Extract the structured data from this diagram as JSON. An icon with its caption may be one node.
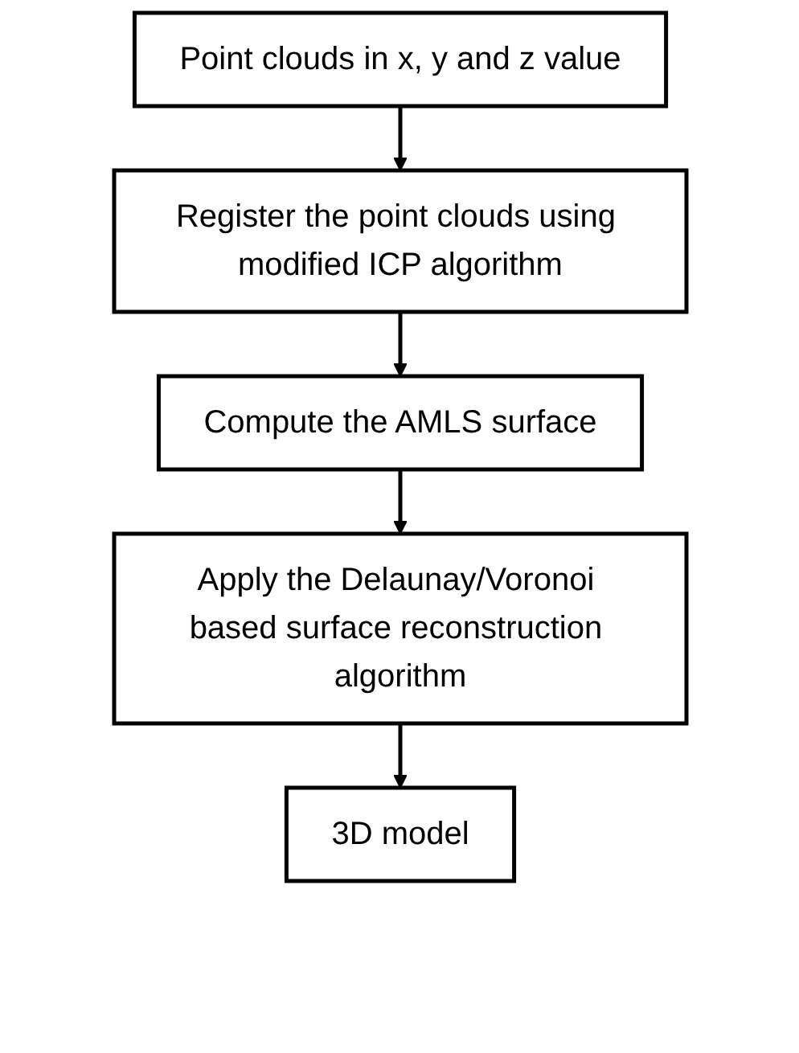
{
  "diagram": {
    "nodes": [
      {
        "text": [
          "Point clouds in x, y and z value"
        ]
      },
      {
        "text": [
          "Register the point clouds using modified ICP algorithm"
        ]
      },
      {
        "text": [
          "Compute the AMLS surface"
        ]
      },
      {
        "text": [
          "Apply the Delaunay/Voronoi based surface reconstruction algorithm"
        ]
      },
      {
        "text": [
          "3D model"
        ]
      }
    ],
    "edges": [
      {
        "from": 0,
        "to": 1,
        "arrow": "to"
      },
      {
        "from": 1,
        "to": 2,
        "arrow": "to"
      },
      {
        "from": 2,
        "to": 3,
        "arrow": "to"
      },
      {
        "from": 3,
        "to": 4,
        "arrow": "to"
      }
    ]
  }
}
